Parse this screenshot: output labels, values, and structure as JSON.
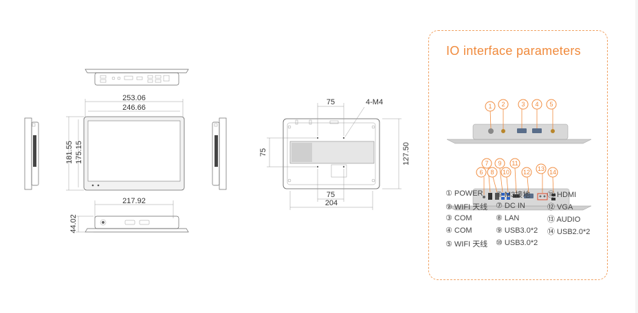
{
  "drawing_dims": {
    "width_outer": "253.06",
    "width_inner": "246.66",
    "height_outer": "181.55",
    "height_inner": "175.15",
    "width_bottom": "217.92",
    "depth": "44.02",
    "rear_hole_top": "75",
    "rear_mount_label": "4-M4",
    "rear_hole_left": "75",
    "rear_height": "127.50",
    "rear_hole_bottom": "75",
    "rear_width": "204"
  },
  "io_panel": {
    "title": "IO interface parameters",
    "top_callouts": [
      "1",
      "2",
      "3",
      "4",
      "5"
    ],
    "bottom_callouts": [
      "6",
      "7",
      "8",
      "9",
      "10",
      "11",
      "12",
      "13",
      "14"
    ],
    "legend_col1": [
      "① POWER",
      "② WIFI 天线",
      "③ COM",
      "④ COM",
      "⑤ WIFI 天线"
    ],
    "legend_col2": [
      "⑥ M3接地",
      "⑦ DC IN",
      "⑧ LAN",
      "⑨ USB3.0*2",
      "⑩ USB3.0*2"
    ],
    "legend_col3": [
      "⑪ HDMI",
      "⑫ VGA",
      "⑬ AUDIO",
      "⑭ USB2.0*2"
    ]
  },
  "colors": {
    "accent": "#f08a3c",
    "line": "#666666"
  }
}
